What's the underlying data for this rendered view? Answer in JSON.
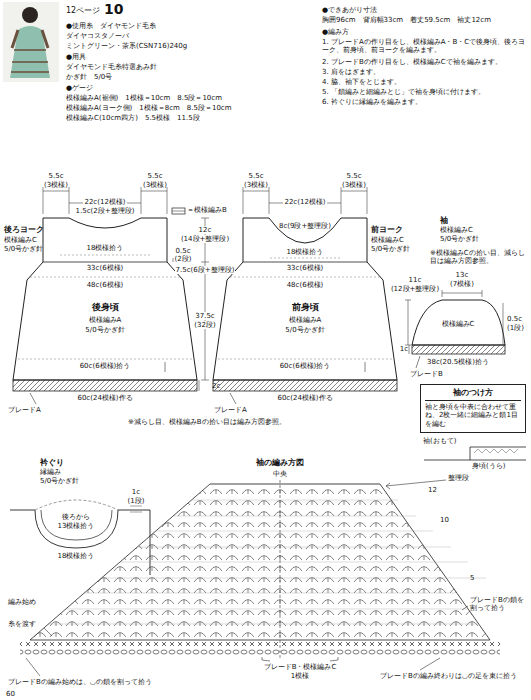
{
  "diagram": {
    "nodes": [
      {
        "text": [
          "後ろヨーク",
          "模様編みC",
          "5/0号かぎ針"
        ]
      },
      {
        "text": [
          "後身頃",
          "模様編みA",
          "5/0号かぎ針"
        ]
      },
      {
        "text": [
          "前ヨーク",
          "模様編みC",
          "5/0号かぎ針"
        ]
      },
      {
        "text": [
          "前身頃",
          "模様編みA",
          "5/0号かぎ針"
        ]
      },
      {
        "text": [
          "袖",
          "模様編みC",
          "5/0号かぎ針",
          "模様編みC"
        ]
      },
      {
        "text": [
          "袖のつけ方",
          "袖と身頃を中表に合わせて重ね、2枚一緒に細編みと鎖1目を編む"
        ]
      }
    ],
    "labels": [
      "12ページ",
      "10",
      "●使用糸　ダイヤモンド毛糸",
      "ダイヤコスタノーバ",
      "ミントグリーン・茶系(CSN716)240g",
      "●用具",
      "ダイヤモンド毛糸特選あみ針",
      "かぎ針　5/0号",
      "●ゲージ",
      "模様編みA(裾側)　1模様＝10cm　8.5段＝10cm",
      "模様編みA(ヨーク側)　1模様＝8cm　8.5段＝10cm",
      "模様編みC(10cm四方)　5.5模様　11.5段",
      "●できあがり寸法",
      "胸囲96cm　背肩幅33cm　着丈59.5cm　袖丈12cm",
      "●編み方",
      "1. ブレードAの作り目をし、模様編みA・B・Cで後身頃、後ろヨーク、前身頃、前ヨークを編みます。",
      "2. ブレードBの作り目をし、模様編みCで袖を編みます。",
      "3. 肩をはぎます。",
      "4. 脇、袖下をとじます。",
      "5. 「鎖編みと細編みとじ」で袖を身頃に付けます。",
      "6. 衿ぐりに縁編みを編みます。",
      "5.5c",
      "(3模様)",
      "22c(12模様)",
      "5.5c",
      "(3模様)",
      "5.5c",
      "(3模様)",
      "22c(12模様)",
      "5.5c",
      "(3模様)",
      "1.5c(2段+整理段)",
      "8c(9段+整理段)",
      "12c",
      "(14段+整理段)",
      "0.5c",
      "(2段)",
      "7.5c(6段+整理段)",
      "37.5c",
      "(32段)",
      "2c",
      "18模様拾う",
      "33c(6模様)",
      "48c(6模様)",
      "60c(6模様)拾う",
      "60c(24模様)作る",
      "ブレードA",
      "18模様拾う",
      "33c(6模様)",
      "48c(6模様)",
      "60c(6模様)拾う",
      "60c(24模様)作る",
      "ブレードA",
      "※減らし目、模様編みBの拾い目は編み方図参照。",
      "※模様編みCの拾い目、減らし目は編み方図参照。",
      "13c",
      "(7模様)",
      "11c",
      "(12段+整理段)",
      "0.5c",
      "(1段)",
      "1c",
      "38c(20.5模様)拾う",
      "ブレードB",
      "袖(おもて)",
      "身頃(うら)",
      "衿ぐり",
      "縁編み",
      "5/0号かぎ針",
      "後ろから",
      "13模様拾う",
      "18模様拾う",
      "1c",
      "(1段)",
      "袖の編み方図",
      "中央",
      "整理段",
      "12",
      "10",
      "5",
      "編み始め",
      "糸を渡す",
      "ブレードBの編み始めは、◡の鎖を割って拾う",
      "ブレードB・模様編みC",
      "1模様",
      "ブレードBの編み終わりは◡の足を束に拾う",
      "ブレードBの鎖を割って拾う",
      "60"
    ],
    "legend": [
      {
        "text": "＝模様編みB"
      }
    ]
  }
}
